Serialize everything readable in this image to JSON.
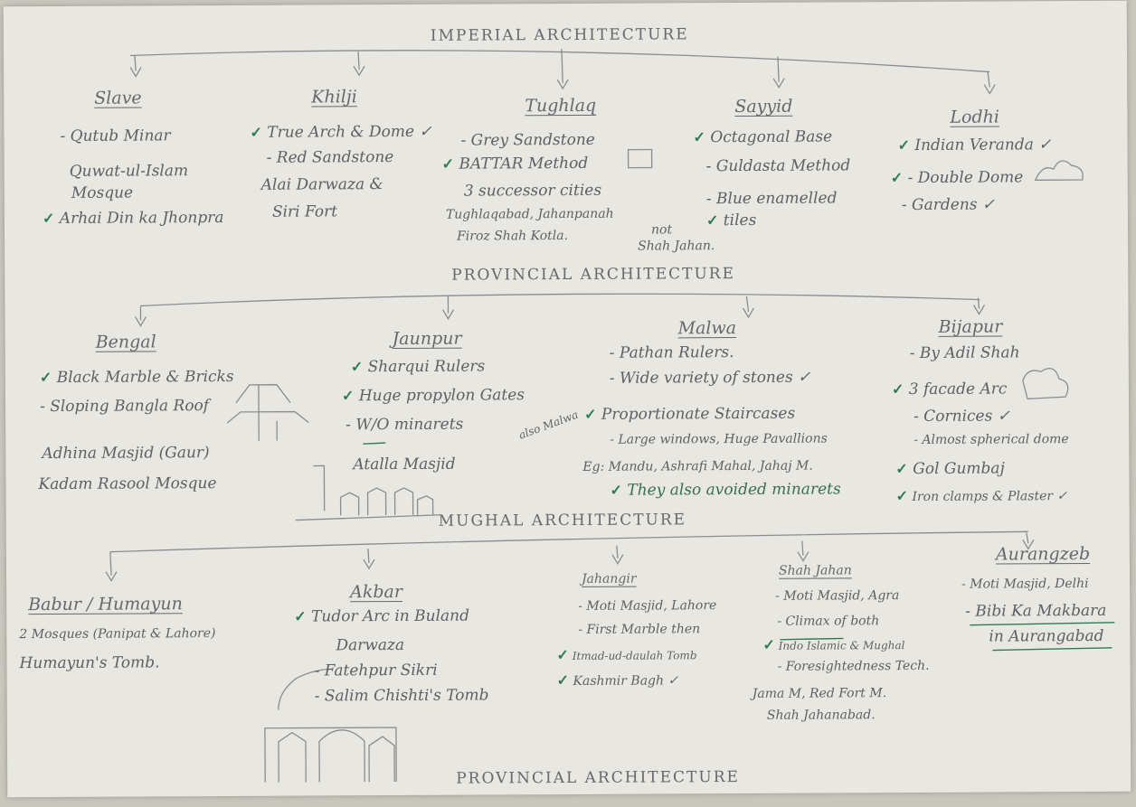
{
  "sections": [
    {
      "title": "IMPERIAL ARCHITECTURE",
      "columns": [
        {
          "head": "Slave",
          "items": [
            "- Qutub Minar",
            "Quwat-ul-Islam",
            "Mosque",
            "Arhai Din ka Jhonpra"
          ]
        },
        {
          "head": "Khilji",
          "items": [
            "True Arch & Dome",
            "- Red Sandstone",
            "Alai Darwaza &",
            "Siri Fort"
          ]
        },
        {
          "head": "Tughlaq",
          "items": [
            "- Grey Sandstone",
            "BATTAR Method",
            "3 successor cities",
            "Tughlaqabad, Jahanpanah",
            "Firoz Shah Kotla.",
            "not",
            "Shah Jahan."
          ]
        },
        {
          "head": "Sayyid",
          "items": [
            "Octagonal Base",
            "- Guldasta Method",
            "- Blue enamelled",
            "tiles"
          ]
        },
        {
          "head": "Lodhi",
          "items": [
            "Indian Veranda",
            "- Double Dome",
            "- Gardens"
          ]
        }
      ]
    },
    {
      "title": "PROVINCIAL ARCHITECTURE",
      "columns": [
        {
          "head": "Bengal",
          "items": [
            "Black Marble & Bricks",
            "- Sloping Bangla Roof",
            "Adhina Masjid (Gaur)",
            "Kadam Rasool Mosque"
          ]
        },
        {
          "head": "Jaunpur",
          "items": [
            "Sharqui Rulers",
            "Huge propylon Gates",
            "- W/O minarets",
            "also Malwa",
            "Atalla Masjid"
          ]
        },
        {
          "head": "Malwa",
          "items": [
            "- Pathan Rulers.",
            "- Wide variety of stones",
            "Proportionate Staircases",
            "- Large windows, Huge Pavallions",
            "Eg: Mandu, Ashrafi Mahal, Jahaj M.",
            "They also avoided minarets"
          ]
        },
        {
          "head": "Bijapur",
          "items": [
            "- By Adil Shah",
            "3 facade Arc",
            "- Cornices",
            "- Almost spherical dome",
            "Gol Gumbaj",
            "Iron clamps & Plaster"
          ]
        }
      ]
    },
    {
      "title": "MUGHAL ARCHITECTURE",
      "columns": [
        {
          "head": "Babur / Humayun",
          "items": [
            "2 Mosques (Panipat & Lahore)",
            "Humayun's Tomb."
          ]
        },
        {
          "head": "Akbar",
          "items": [
            "Tudor Arc in Buland",
            "Darwaza",
            "- Fatehpur Sikri",
            "- Salim Chishti's Tomb"
          ]
        },
        {
          "head": "Jahangir",
          "items": [
            "- Moti Masjid, Lahore",
            "- First Marble then",
            "Itmad-ud-daulah Tomb",
            "Kashmir Bagh"
          ]
        },
        {
          "head": "Shah Jahan",
          "items": [
            "- Moti Masjid, Agra",
            "- Climax of both",
            "Indo Islamic & Mughal",
            "- Foresightedness Tech.",
            "Jama M, Red Fort M.",
            "Shah Jahanabad."
          ]
        },
        {
          "head": "Aurangzeb",
          "items": [
            "- Moti Masjid, Delhi",
            "- Bibi Ka Makbara",
            "in Aurangabad"
          ]
        }
      ]
    },
    {
      "title": "PROVINCIAL ARCHITECTURE",
      "columns": []
    }
  ],
  "colors": {
    "pencil": "#5d6064",
    "green_ink": "#2f7a55",
    "paper": "#e8e7e2"
  }
}
